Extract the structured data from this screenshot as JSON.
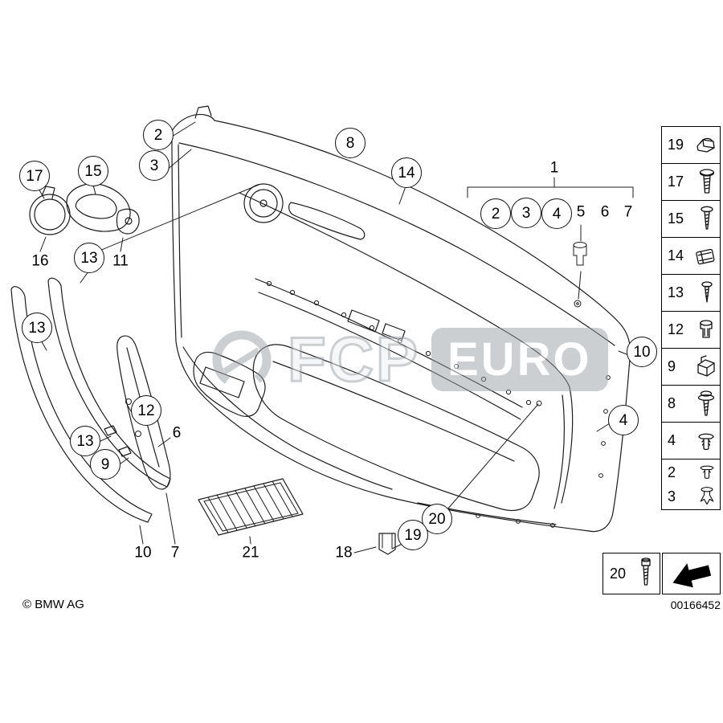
{
  "meta": {
    "copyright": "© BMW AG",
    "diagram_number": "00166452"
  },
  "watermark": {
    "fcp": "FCP",
    "euro": "EURO"
  },
  "callouts": [
    {
      "id": "2-top",
      "label": "2"
    },
    {
      "id": "3-top",
      "label": "3"
    },
    {
      "id": "8",
      "label": "8"
    },
    {
      "id": "14",
      "label": "14"
    },
    {
      "id": "17",
      "label": "17"
    },
    {
      "id": "15",
      "label": "15"
    },
    {
      "id": "13-a",
      "label": "13"
    },
    {
      "id": "2-legend",
      "label": "2"
    },
    {
      "id": "3-legend",
      "label": "3"
    },
    {
      "id": "4-legend",
      "label": "4"
    },
    {
      "id": "13-b",
      "label": "13"
    },
    {
      "id": "10-right",
      "label": "10"
    },
    {
      "id": "12",
      "label": "12"
    },
    {
      "id": "13-c",
      "label": "13"
    },
    {
      "id": "9",
      "label": "9"
    },
    {
      "id": "4-right",
      "label": "4"
    },
    {
      "id": "20",
      "label": "20"
    },
    {
      "id": "19",
      "label": "19"
    }
  ],
  "labels": [
    {
      "id": "16",
      "label": "16"
    },
    {
      "id": "11",
      "label": "11"
    },
    {
      "id": "1",
      "label": "1"
    },
    {
      "id": "5",
      "label": "5"
    },
    {
      "id": "6-legend",
      "label": "6"
    },
    {
      "id": "7-legend",
      "label": "7"
    },
    {
      "id": "6",
      "label": "6"
    },
    {
      "id": "10-bottom",
      "label": "10"
    },
    {
      "id": "7-bottom",
      "label": "7"
    },
    {
      "id": "21",
      "label": "21"
    },
    {
      "id": "18",
      "label": "18"
    }
  ],
  "sidebar": {
    "items": [
      {
        "label": "19",
        "icon": "spring-clip"
      },
      {
        "label": "17",
        "icon": "pan-screw"
      },
      {
        "label": "15",
        "icon": "screw"
      },
      {
        "label": "14",
        "icon": "retainer-clip"
      },
      {
        "label": "13",
        "icon": "small-screw"
      },
      {
        "label": "12",
        "icon": "grommet"
      },
      {
        "label": "9",
        "icon": "snap-clip"
      },
      {
        "label": "8",
        "icon": "washer-screw"
      },
      {
        "label": "4",
        "icon": "push-rivet"
      },
      {
        "label": "2",
        "icon": "push-rivet"
      },
      {
        "label": "3",
        "icon": "expanding-rivet"
      },
      {
        "label": "20",
        "icon": "torx-screw"
      }
    ]
  }
}
